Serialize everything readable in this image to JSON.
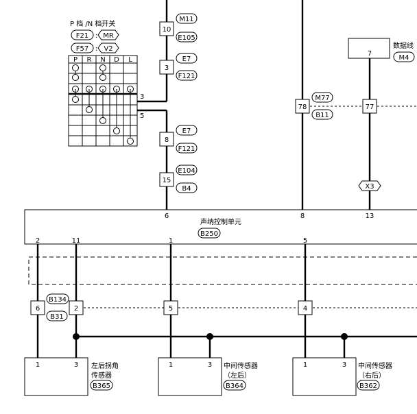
{
  "switch": {
    "title": "P 档 /N 档开关",
    "conn1": "F21",
    "conn1_tag": "MR",
    "conn2": "F57",
    "conn2_tag": "V2",
    "columns": [
      "P",
      "R",
      "N",
      "D",
      "L"
    ],
    "pin3": "3",
    "pin5": "5"
  },
  "splices": [
    {
      "pin": "10",
      "top": "M11",
      "bottom": "E105"
    },
    {
      "pin": "3",
      "top": "E7",
      "bottom": "F121"
    },
    {
      "pin": "8",
      "top": "E7",
      "bottom": "F121"
    },
    {
      "pin": "15",
      "top": "E104",
      "bottom": "B4"
    },
    {
      "pin": "78",
      "top": "M77",
      "bottom": "B11"
    },
    {
      "pin": "77"
    }
  ],
  "data_line": {
    "label": "数据线",
    "pin": "7",
    "conn": "M4"
  },
  "hex_conn": "X3",
  "control_unit": {
    "title": "声纳控制单元",
    "conn": "B250",
    "top_pins": [
      "6",
      "8",
      "13"
    ],
    "bottom_pins": [
      "2",
      "11",
      "1",
      "5"
    ]
  },
  "lower_splices": {
    "conn_top": "B134",
    "conn_bottom": "B31",
    "pins": [
      "6",
      "2",
      "5",
      "4"
    ]
  },
  "sensors": [
    {
      "line1": "左后拐角",
      "line2": "传感器",
      "conn": "B365",
      "pin_a": "1",
      "pin_b": "3"
    },
    {
      "line1": "中间传感器",
      "line2": "（左后）",
      "conn": "B364",
      "pin_a": "1",
      "pin_b": "3"
    },
    {
      "line1": "中间传感器",
      "line2": "（右后）",
      "conn": "B362",
      "pin_a": "1",
      "pin_b": "3"
    }
  ]
}
